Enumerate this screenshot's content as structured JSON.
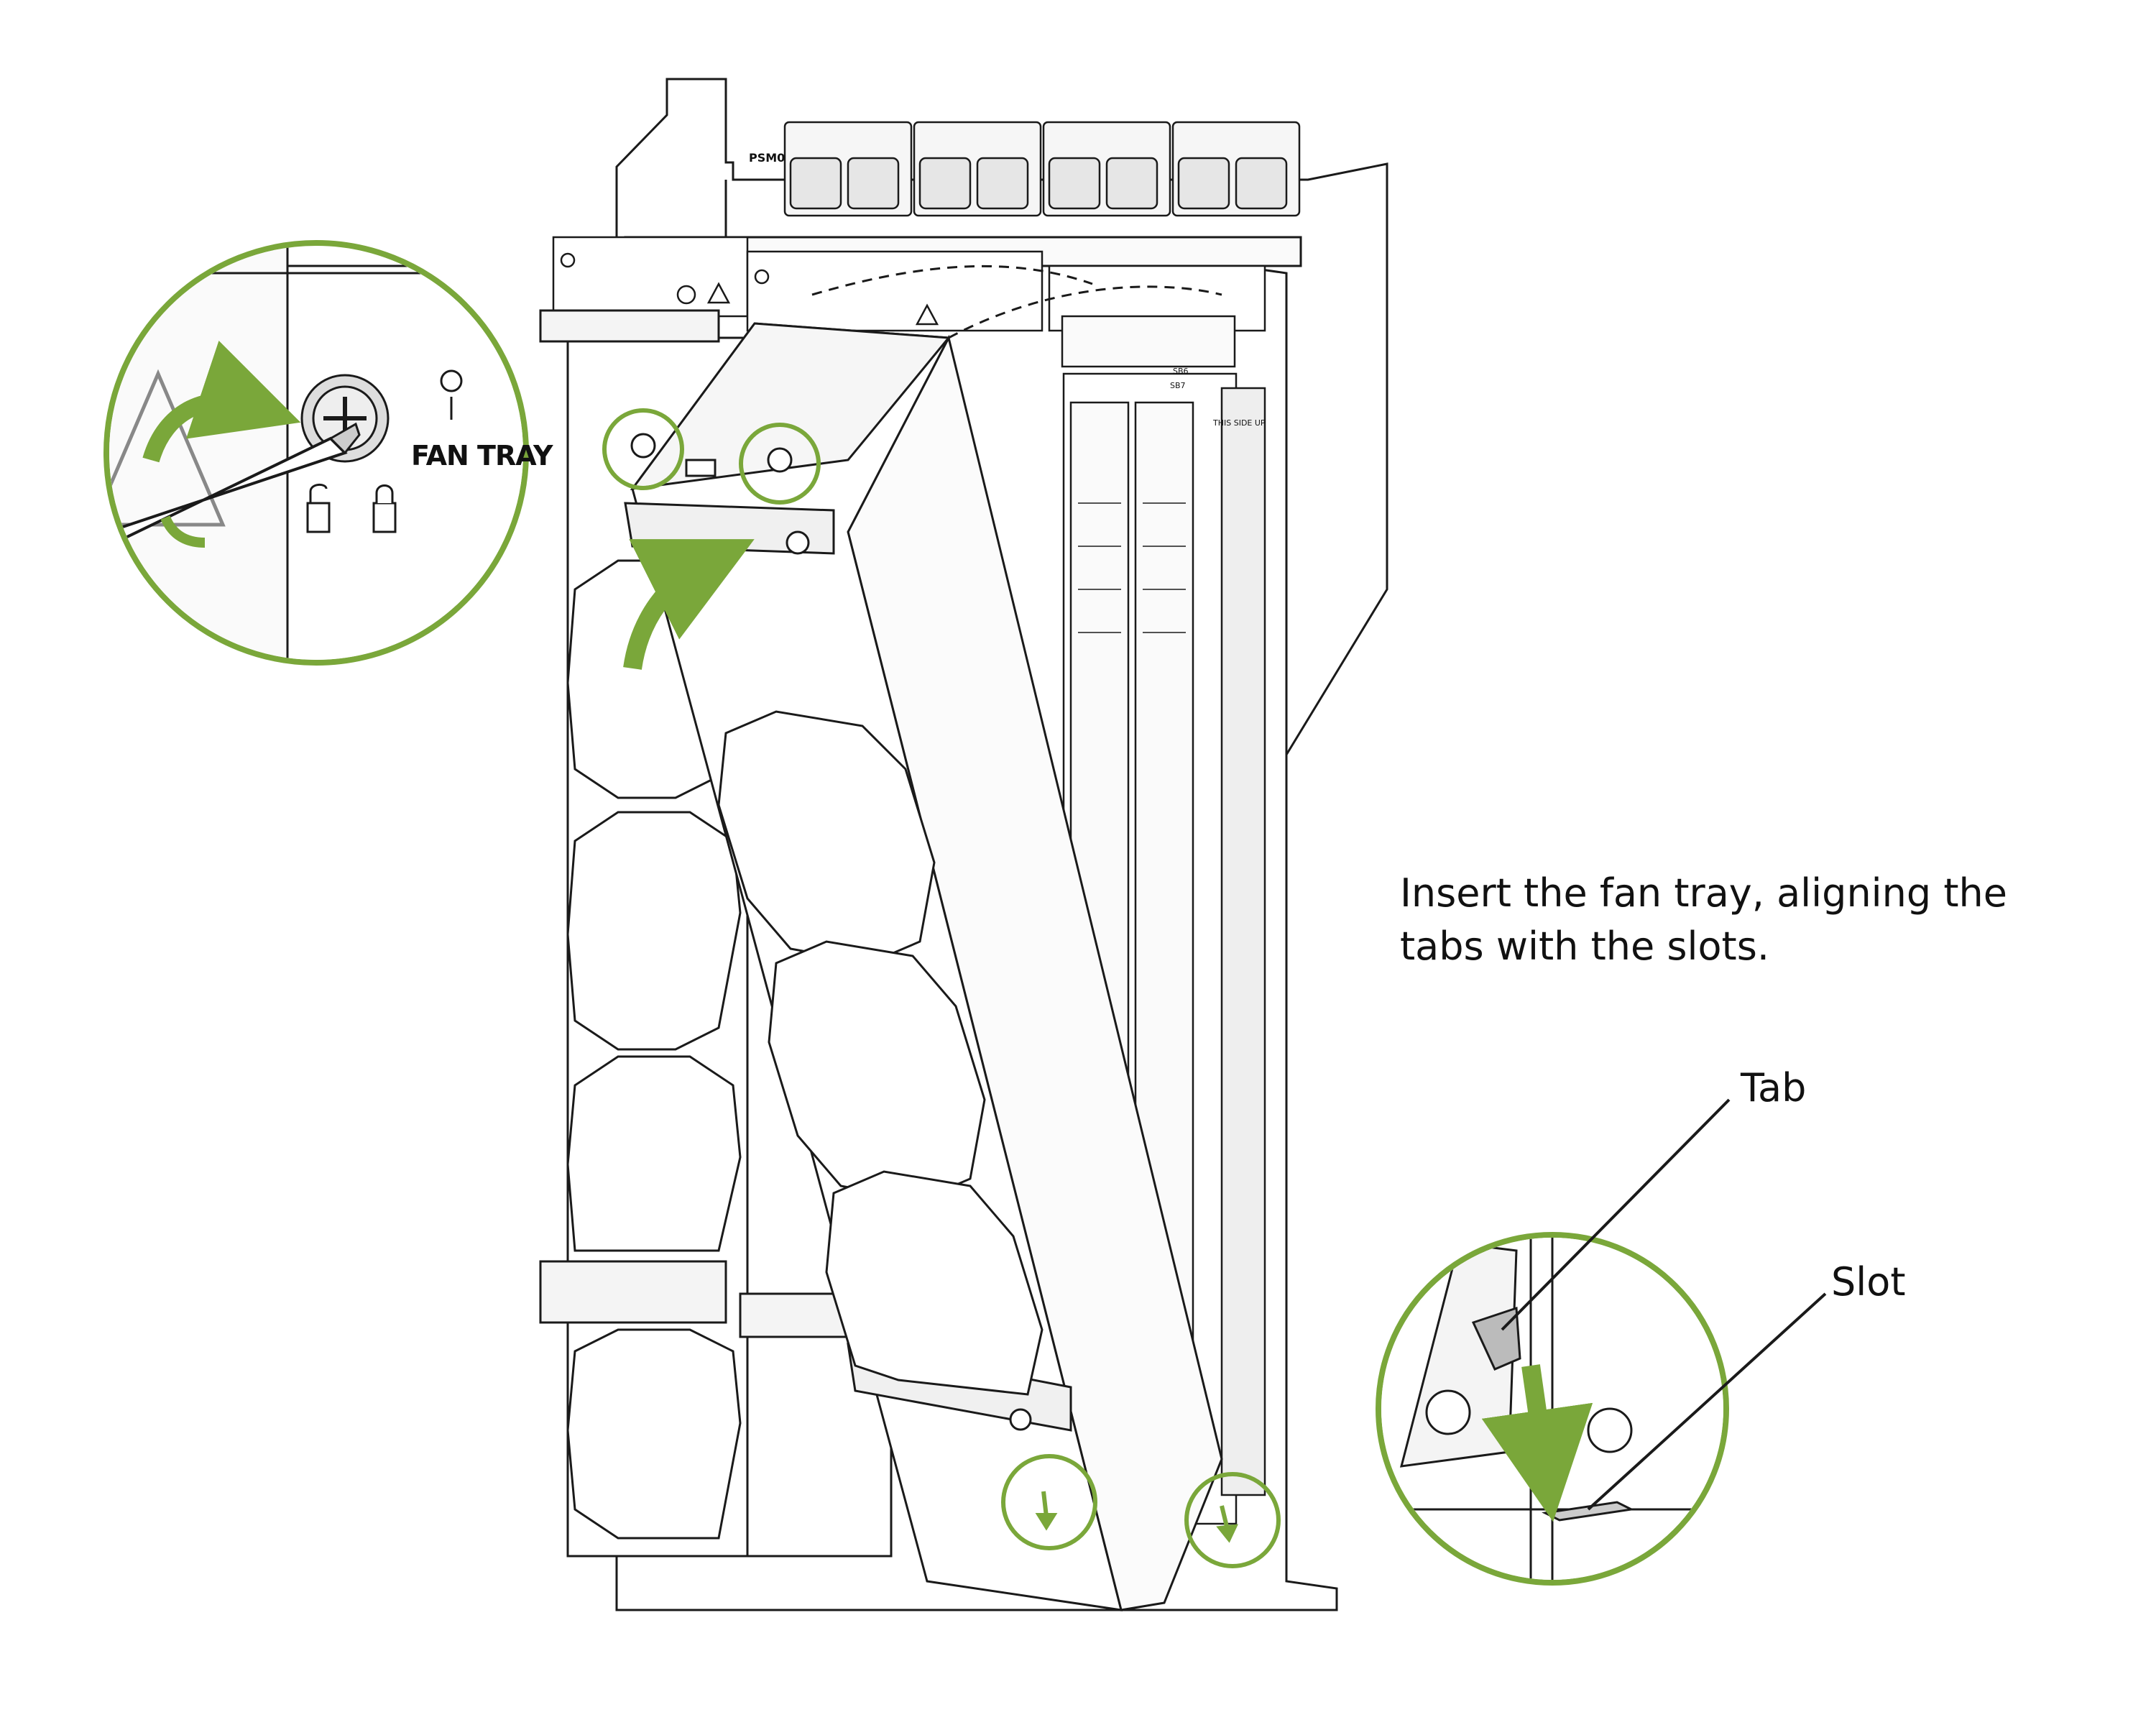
{
  "instruction": {
    "line1": "Insert the fan tray, aligning the",
    "line2": "tabs with the slots."
  },
  "callouts": {
    "tab": "Tab",
    "slot": "Slot"
  },
  "panel_labels": {
    "fan_tray": "FAN TRAY",
    "psm": "PSM0",
    "this_side_up": "THIS SIDE UP",
    "slot_a": "SB6",
    "slot_b": "SB7"
  },
  "colors": {
    "accent_green": "#7aa73a",
    "line": "#1a1a1a",
    "panel_fill": "#f4f4f4"
  }
}
